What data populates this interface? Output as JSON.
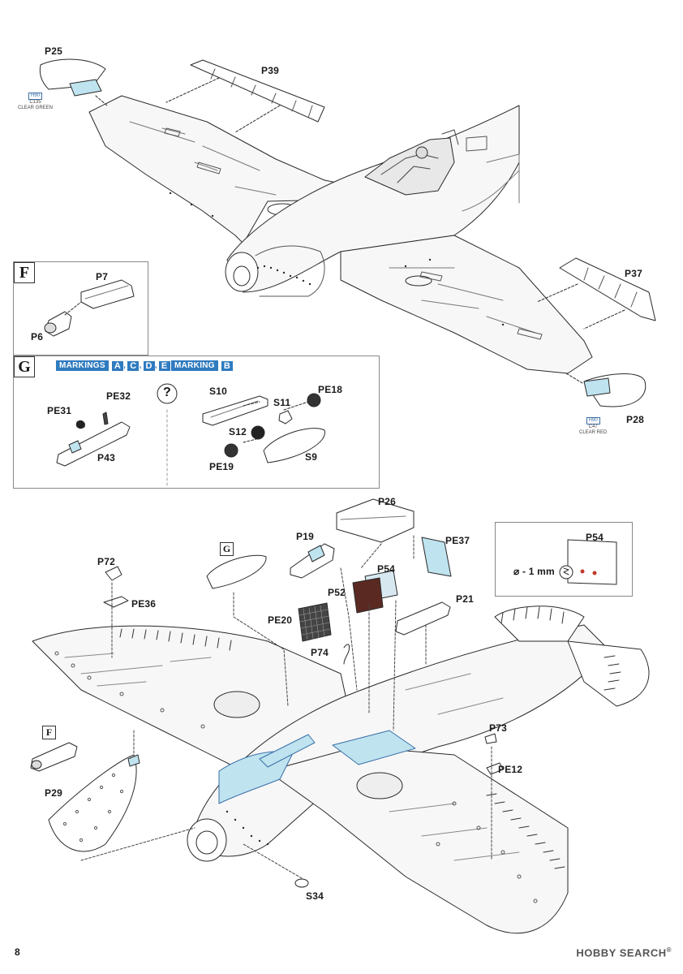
{
  "page_number": "8",
  "watermark": {
    "brand": "HOBBY SEARCH",
    "registered": "®"
  },
  "top_assembly": {
    "labels": [
      "P25",
      "P39",
      "P37",
      "P28"
    ],
    "p25_note": {
      "code": "H90",
      "part": "C135",
      "color": "CLEAR GREEN"
    },
    "p28_note": {
      "code": "H90",
      "part": "C47",
      "color": "CLEAR RED"
    }
  },
  "step_f": {
    "letter": "F",
    "labels": [
      "P7",
      "P6"
    ]
  },
  "step_g": {
    "letter": "G",
    "markings_left": {
      "word": "MARKINGS",
      "letters": [
        "A",
        "C",
        "D",
        "E"
      ],
      "sep": ","
    },
    "markings_right": {
      "word": "MARKING",
      "letters": [
        "B"
      ]
    },
    "question": "?",
    "labels_left": [
      "PE32",
      "PE31",
      "P43"
    ],
    "labels_right": [
      "S10",
      "PE18",
      "S11",
      "S12",
      "PE19",
      "S9"
    ]
  },
  "drill_detail": {
    "label": "P54",
    "note": "⌀ - 1 mm"
  },
  "main_assembly": {
    "labels": [
      "P26",
      "P19",
      "PE37",
      "P72",
      "P54",
      "P52",
      "PE36",
      "P21",
      "PE20",
      "P74",
      "P73",
      "PE12",
      "P29",
      "S34"
    ],
    "ref_g": "G",
    "ref_f": "F"
  },
  "colors": {
    "accent": "#2f7bbf",
    "clear_blue": "#bfe3ef",
    "pe_dark": "#5a2a22",
    "line": "#2a2a2a"
  }
}
